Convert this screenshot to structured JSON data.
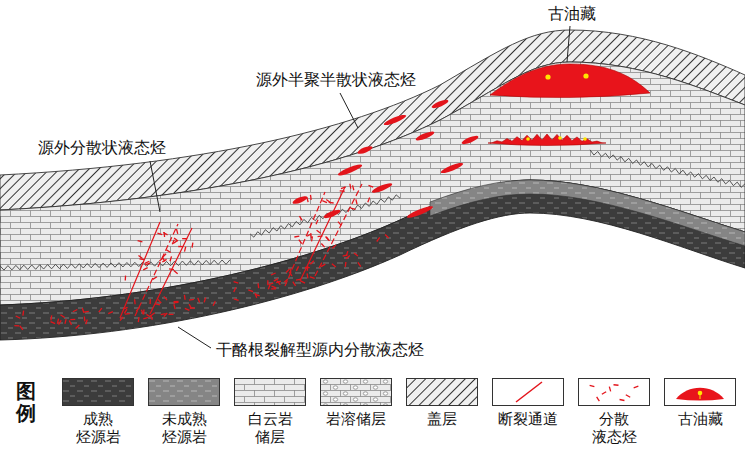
{
  "diagram": {
    "labels": [
      "古油藏",
      "源外半聚半散状液态烃",
      "源外分散状液态烃",
      "干酪根裂解型源内分散液态烃",
      "图例"
    ],
    "legend": [
      {
        "text": "成熟 烃源岩"
      },
      {
        "text": "未成熟 烃源岩"
      },
      {
        "text": "白云岩 储层"
      },
      {
        "text": "岩溶储层"
      },
      {
        "text": "盖层"
      },
      {
        "text": "断裂通道"
      },
      {
        "text": "分散 液态烃"
      },
      {
        "text": "古油藏"
      }
    ]
  }
}
